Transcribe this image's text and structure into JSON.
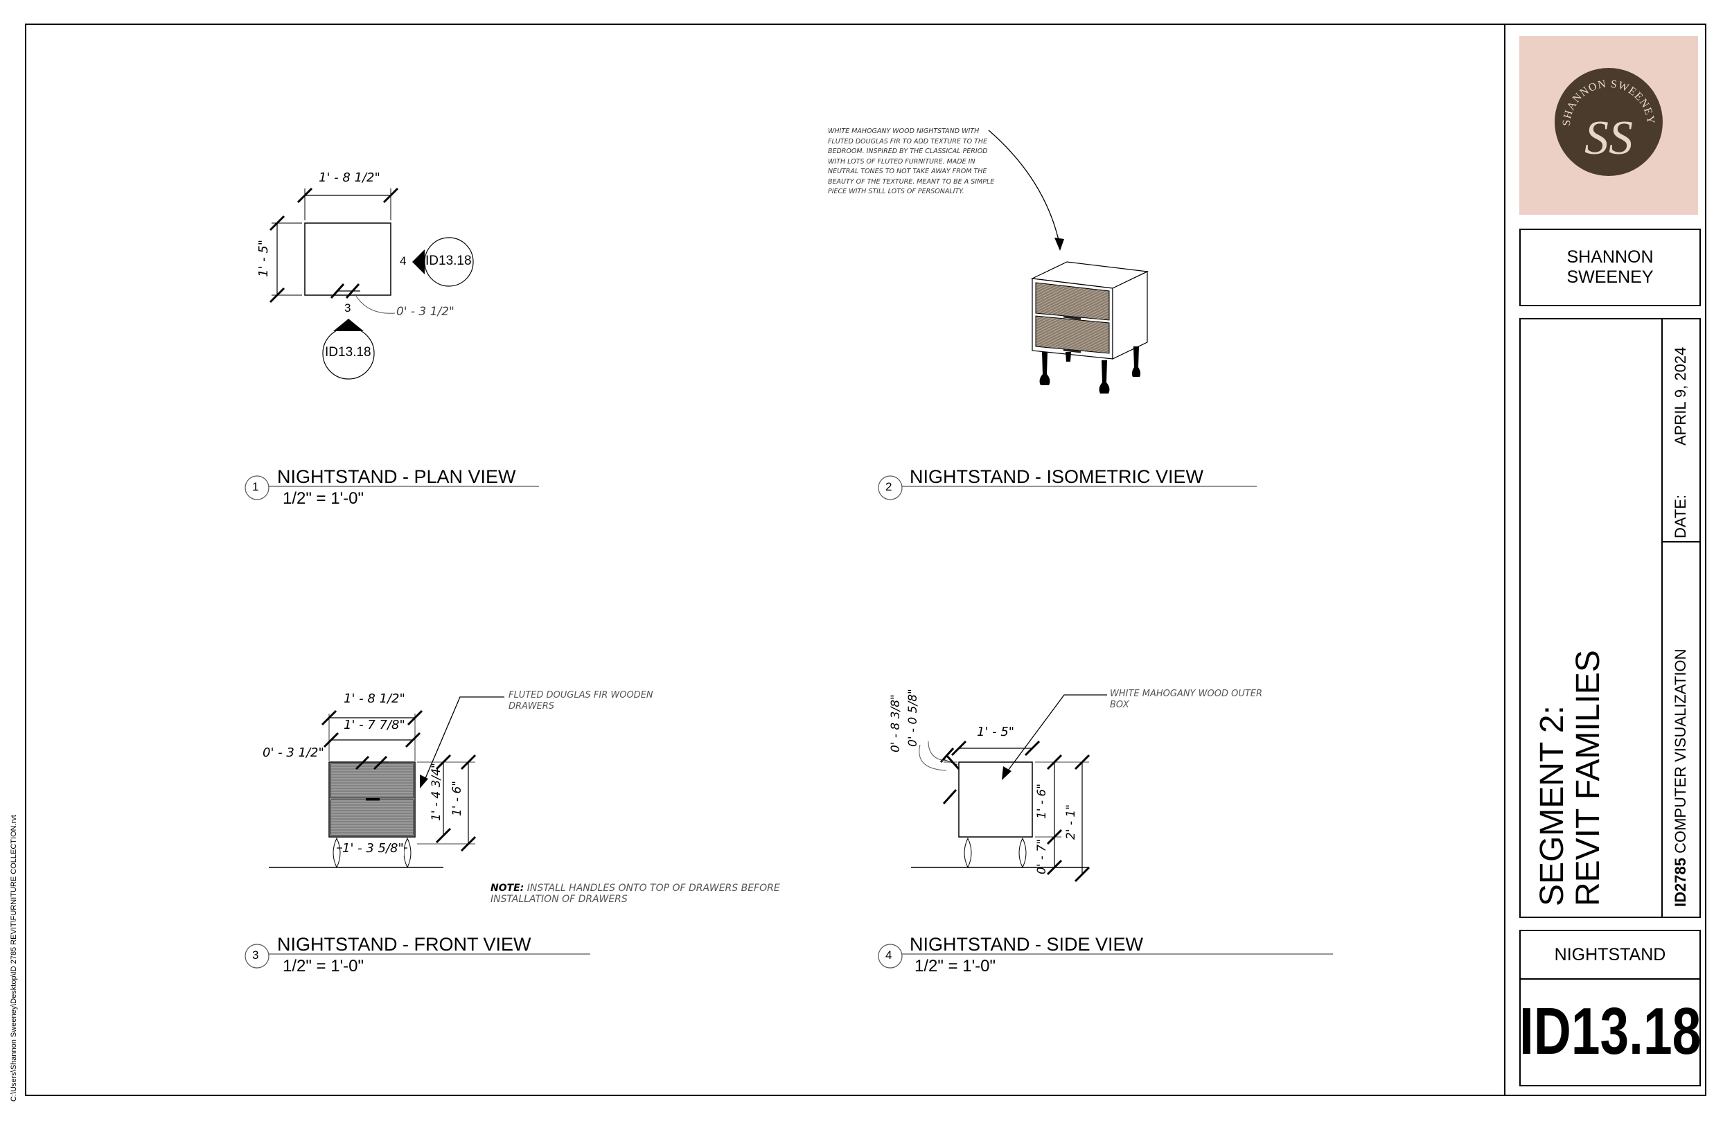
{
  "file_path": "C:\\Users\\Shannon Sweeney\\Desktop\\ID 2785 REVIT\\FURNITURE COLLECTION.rvt",
  "views": [
    {
      "number": "1",
      "title": "NIGHTSTAND - PLAN VIEW",
      "scale": "1/2\" = 1'-0\""
    },
    {
      "number": "2",
      "title": "NIGHTSTAND - ISOMETRIC VIEW",
      "scale": ""
    },
    {
      "number": "3",
      "title": "NIGHTSTAND - FRONT VIEW",
      "scale": "1/2\" = 1'-0\""
    },
    {
      "number": "4",
      "title": "NIGHTSTAND - SIDE VIEW",
      "scale": "1/2\" = 1'-0\""
    }
  ],
  "plan_view": {
    "dim_width": "1' - 8 1/2\"",
    "dim_depth": "1' - 5\"",
    "dim_offset": "0' - 3 1/2\"",
    "callout_right": {
      "number": "4",
      "ref": "ID13.18"
    },
    "callout_bottom": {
      "number": "3",
      "ref": "ID13.18"
    }
  },
  "isometric_note": "WHITE MAHOGANY WOOD NIGHTSTAND WITH FLUTED DOUGLAS FIR TO ADD TEXTURE TO THE BEDROOM. INSPIRED BY THE CLASSICAL PERIOD WITH LOTS OF FLUTED FURNITURE. MADE IN NEUTRAL TONES TO NOT TAKE AWAY FROM THE BEAUTY OF THE TEXTURE. MEANT TO BE A SIMPLE PIECE WITH STILL LOTS OF PERSONALITY.",
  "isometric_note_lines": [
    "WHITE MAHOGANY WOOD NIGHTSTAND WITH",
    "FLUTED DOUGLAS FIR TO ADD TEXTURE TO THE",
    "BEDROOM. INSPIRED BY THE CLASSICAL PERIOD",
    "WITH LOTS OF FLUTED FURNITURE. MADE IN",
    "NEUTRAL TONES TO NOT TAKE AWAY FROM THE",
    "BEAUTY OF THE TEXTURE. MEANT TO BE A SIMPLE",
    "PIECE WITH STILL LOTS OF PERSONALITY."
  ],
  "front_view": {
    "dim_overall": "1' - 8 1/2\"",
    "dim_inner": "1' - 7 7/8\"",
    "dim_offset": "0' - 3 1/2\"",
    "dim_drawer_height": "1' - 4 3/4\"",
    "dim_height": "1' - 6\"",
    "dim_legs": "1' - 3 5/8\"",
    "note_drawers_lines": [
      "FLUTED DOUGLAS FIR WOODEN",
      "DRAWERS"
    ],
    "note_prefix": "NOTE:",
    "note_lines": [
      "INSTALL HANDLES ONTO TOP OF DRAWERS BEFORE",
      "INSTALLATION OF DRAWERS"
    ]
  },
  "side_view": {
    "dim_depth": "1' - 5\"",
    "dim_a": "0' - 8 3/8\"",
    "dim_b": "0' - 0 5/8\"",
    "dim_box": "1' - 6\"",
    "dim_overall": "2' - 1\"",
    "dim_legs": "0' - 7\"",
    "note_lines": [
      "WHITE MAHOGANY WOOD OUTER",
      "BOX"
    ]
  },
  "title_block": {
    "logo_text": "SHANNON SWEENEY",
    "logo_monogram": "SS",
    "designer_line1": "SHANNON",
    "designer_line2": "SWEENEY",
    "segment_line1": "SEGMENT 2:",
    "segment_line2": "REVIT FAMILIES",
    "course_code": "ID2785",
    "course_name": " COMPUTER VISUALIZATION",
    "date_label": "DATE:",
    "date_value": "APRIL 9, 2024",
    "sheet_name": "NIGHTSTAND",
    "sheet_number": "ID13.18"
  },
  "colors": {
    "logo_bg": "#ecd0c6",
    "logo_circle": "#4a3b2c",
    "logo_ink": "#e8d7c7",
    "drawer_fill": "#8a7c6d",
    "line": "#000000"
  }
}
